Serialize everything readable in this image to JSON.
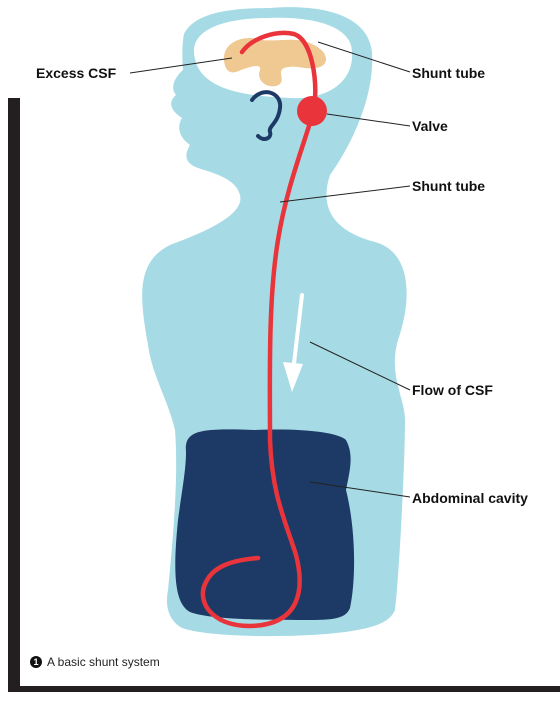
{
  "diagram": {
    "labels": {
      "excess_csf": "Excess CSF",
      "shunt_tube_top": "Shunt tube",
      "valve": "Valve",
      "shunt_tube_mid": "Shunt tube",
      "flow_of_csf": "Flow of CSF",
      "abdominal_cavity": "Abdominal cavity"
    },
    "caption": {
      "number": "1",
      "text": "A basic shunt system"
    }
  },
  "colors": {
    "body_silhouette": "#a6dbe6",
    "brain": "#ffffff",
    "csf": "#f0c892",
    "ear": "#1d3a66",
    "abdomen": "#1d3a66",
    "shunt": "#e8343a",
    "arrow": "#ffffff",
    "frame": "#231f20"
  }
}
